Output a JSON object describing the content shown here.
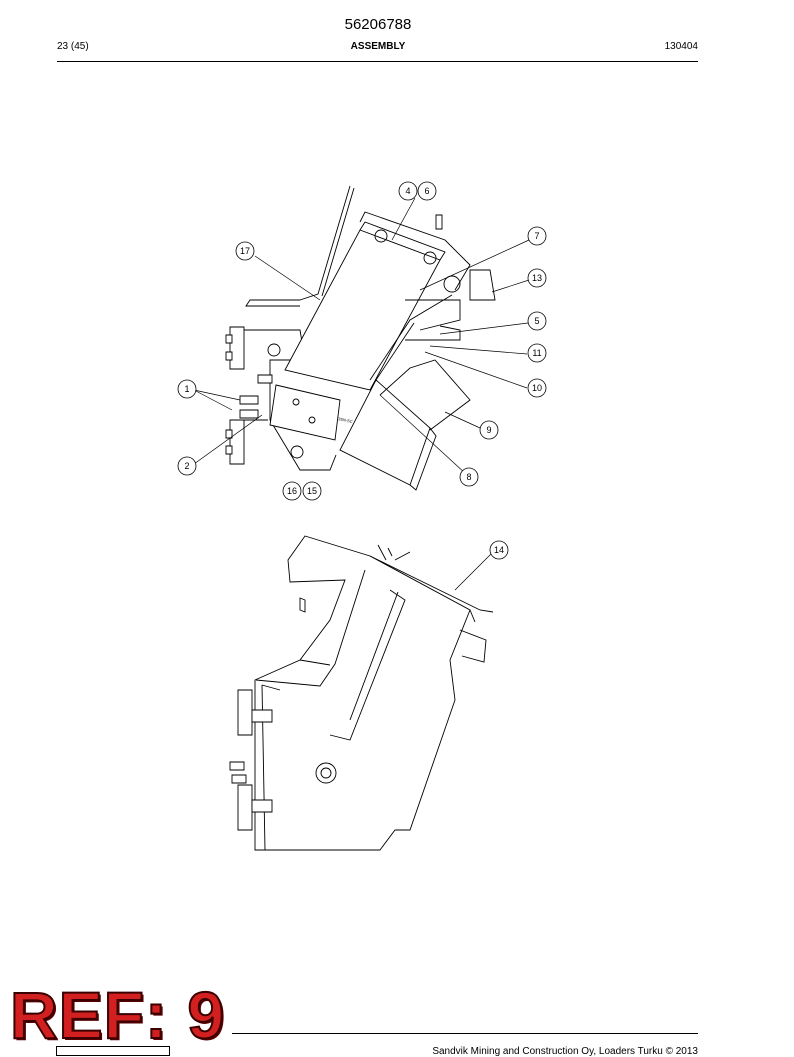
{
  "header": {
    "doc_number": "56206788",
    "page_count": "23 (45)",
    "section_title": "ASSEMBLY",
    "date_code": "130404"
  },
  "drawing": {
    "callouts": [
      "4",
      "6",
      "7",
      "17",
      "13",
      "5",
      "11",
      "10",
      "1",
      "9",
      "2",
      "8",
      "16",
      "15",
      "14"
    ],
    "part_marking": "3SN-SC"
  },
  "footer": {
    "company": "Sandvik Mining and Construction Oy, Loaders Turku © 2013",
    "ref_stamp": "REF: 9"
  }
}
